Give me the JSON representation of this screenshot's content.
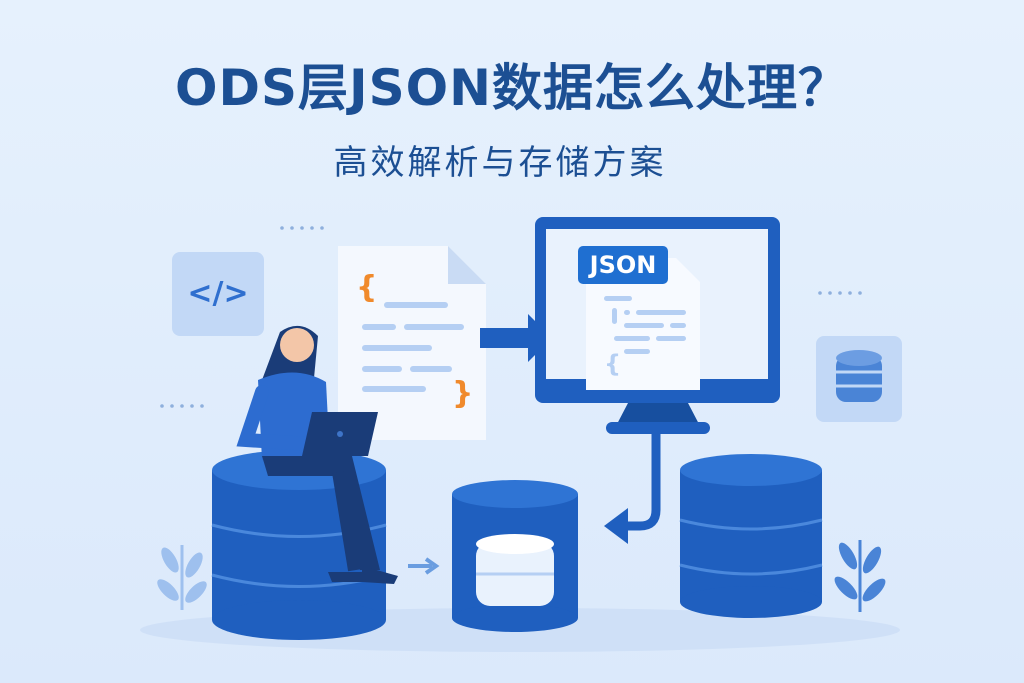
{
  "title": "ODS层JSON数据怎么处理？",
  "subtitle": "高效解析与存储方案",
  "illustration": {
    "json_badge": "JSON",
    "open_brace": "{",
    "close_brace": "}",
    "code_icon": "</>"
  },
  "colors": {
    "primary": "#1f5fbf",
    "title": "#1c4f93",
    "accent": "#f08a2c",
    "background": "#e6f1fd"
  }
}
